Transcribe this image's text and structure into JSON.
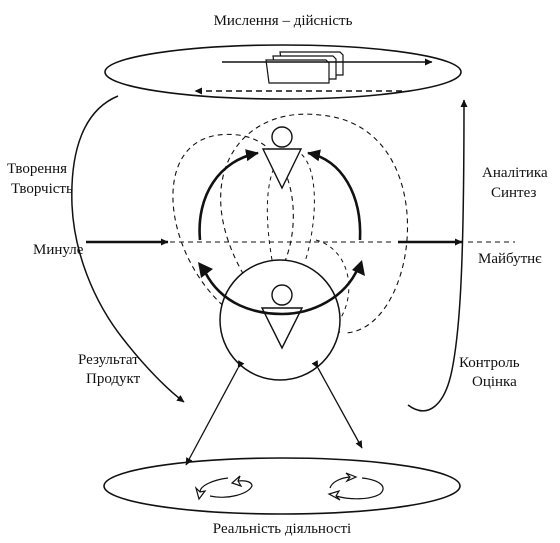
{
  "title_top": "Мислення – дійсність",
  "title_bottom": "Реальність діяльності",
  "left": {
    "creation_line1": "Творення",
    "creation_line2": "Творчість",
    "past": "Минуле",
    "result_line1": "Результат",
    "result_line2": "Продукт"
  },
  "right": {
    "analytics_line1": "Аналітика",
    "analytics_line2": "Синтез",
    "future": "Майбутнє",
    "control_line1": "Контроль",
    "control_line2": "Оцінка"
  },
  "colors": {
    "ink": "#111111",
    "background": "#ffffff"
  }
}
